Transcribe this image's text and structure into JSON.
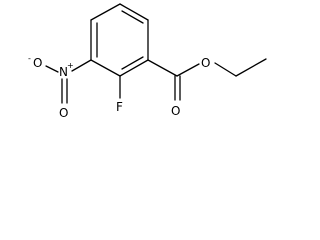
{
  "structure": {
    "atoms": {
      "fluorine": "F",
      "nitro_nitrogen": "N",
      "nitro_n_charge": "+",
      "nitro_oxygen_left": "O",
      "nitro_oxygen_left_charge": "-",
      "nitro_oxygen_bottom": "O",
      "carbonyl_oxygen": "O",
      "ester_oxygen": "O"
    },
    "line_color": "#000000"
  }
}
